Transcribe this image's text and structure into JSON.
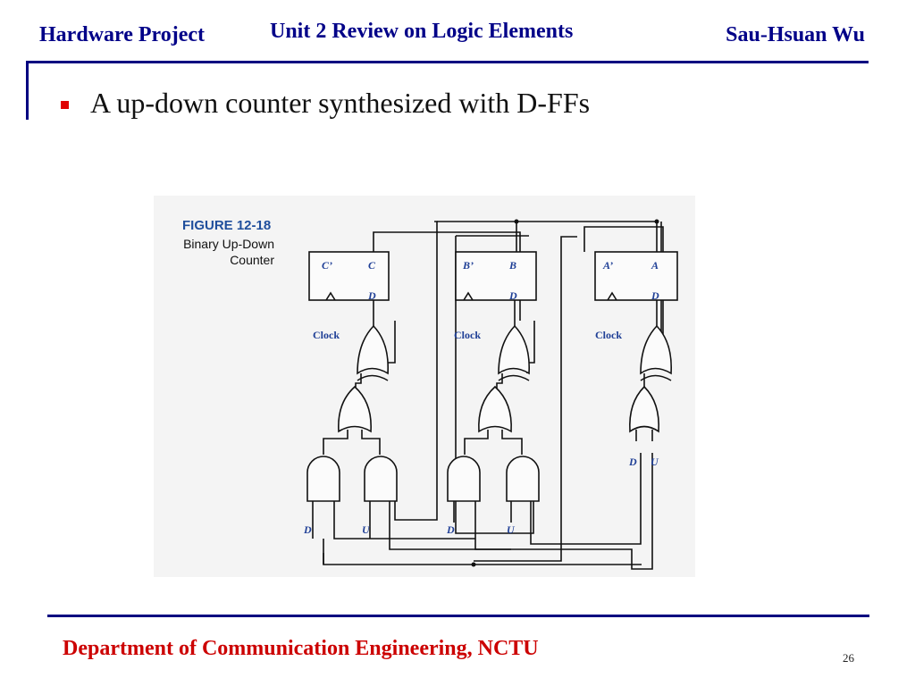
{
  "header": {
    "left": "Hardware Project",
    "center": "Unit 2 Review on Logic Elements",
    "right": "Sau-Hsuan Wu"
  },
  "bullet": {
    "text": "A up-down counter synthesized with D-FFs"
  },
  "figure": {
    "title": "FIGURE 12-18",
    "caption_line1": "Binary Up-Down",
    "caption_line2": "Counter",
    "flipflops": [
      {
        "q_bar": "C’",
        "q": "C",
        "d": "D",
        "clock": "Clock"
      },
      {
        "q_bar": "B’",
        "q": "B",
        "d": "D",
        "clock": "Clock"
      },
      {
        "q_bar": "A’",
        "q": "A",
        "d": "D",
        "clock": "Clock"
      }
    ],
    "inputs": {
      "down": "D",
      "up": "U"
    }
  },
  "footer": {
    "department": "Department of Communication Engineering, NCTU",
    "page_number": "26"
  },
  "colors": {
    "header_text": "#000088",
    "rules": "#000080",
    "bullet": "#e00000",
    "footer_text": "#cc0000",
    "figure_labels": "#1f3f96",
    "figure_title": "#1f4e9c"
  }
}
